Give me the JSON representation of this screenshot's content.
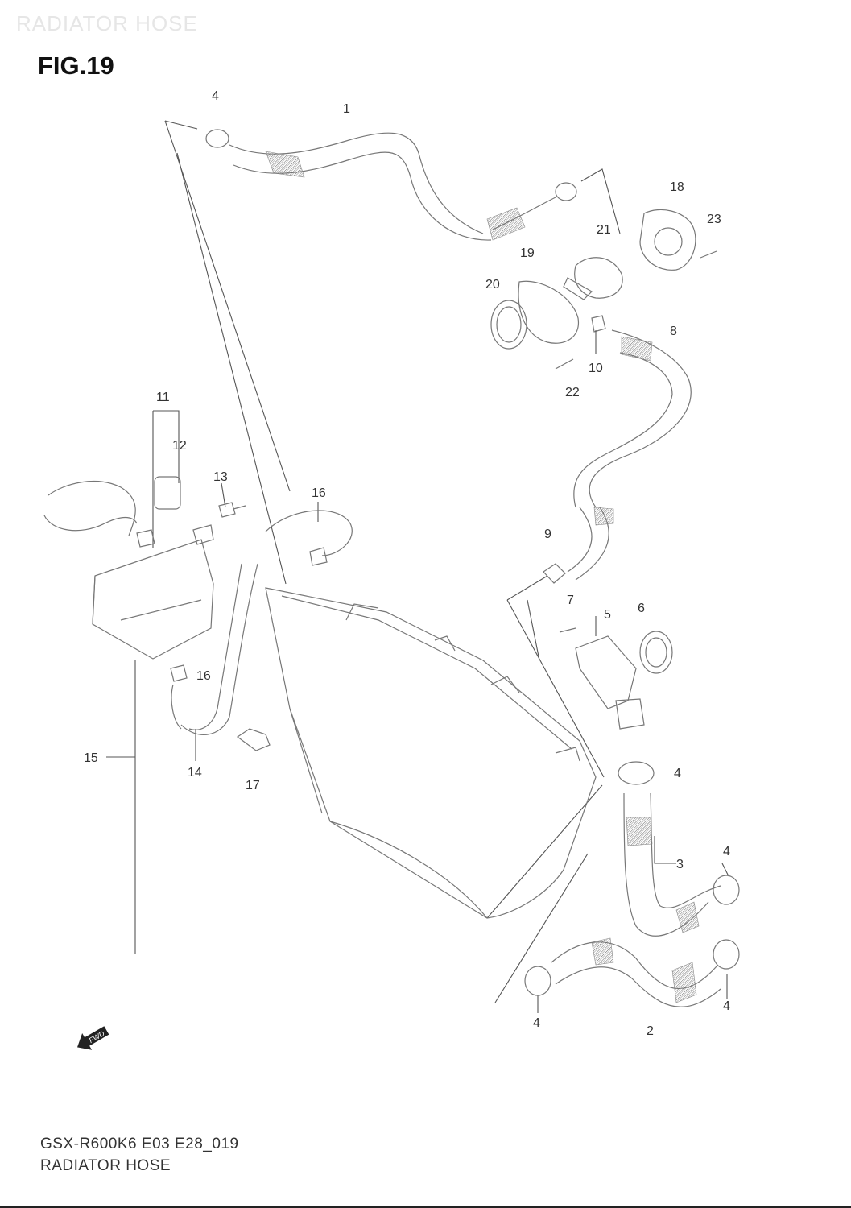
{
  "header": {
    "watermark": "RADIATOR HOSE",
    "figure_title": "FIG.19"
  },
  "callouts": [
    {
      "id": "c4a",
      "text": "4"
    },
    {
      "id": "c1",
      "text": "1"
    },
    {
      "id": "c18",
      "text": "18"
    },
    {
      "id": "c23",
      "text": "23"
    },
    {
      "id": "c21",
      "text": "21"
    },
    {
      "id": "c19",
      "text": "19"
    },
    {
      "id": "c20",
      "text": "20"
    },
    {
      "id": "c8",
      "text": "8"
    },
    {
      "id": "c10",
      "text": "10"
    },
    {
      "id": "c22",
      "text": "22"
    },
    {
      "id": "c11",
      "text": "11"
    },
    {
      "id": "c12",
      "text": "12"
    },
    {
      "id": "c13",
      "text": "13"
    },
    {
      "id": "c16a",
      "text": "16"
    },
    {
      "id": "c9",
      "text": "9"
    },
    {
      "id": "c7",
      "text": "7"
    },
    {
      "id": "c5",
      "text": "5"
    },
    {
      "id": "c6",
      "text": "6"
    },
    {
      "id": "c16b",
      "text": "16"
    },
    {
      "id": "c15",
      "text": "15"
    },
    {
      "id": "c14",
      "text": "14"
    },
    {
      "id": "c17",
      "text": "17"
    },
    {
      "id": "c4b",
      "text": "4"
    },
    {
      "id": "c4c",
      "text": "4"
    },
    {
      "id": "c3",
      "text": "3"
    },
    {
      "id": "c4d",
      "text": "4"
    },
    {
      "id": "c4e",
      "text": "4"
    },
    {
      "id": "c2",
      "text": "2"
    }
  ],
  "fwd_arrow": {
    "text": "FWD",
    "icon": "forward-arrow-icon"
  },
  "footer": {
    "code": "GSX-R600K6 E03 E28_019",
    "name": "RADIATOR HOSE"
  }
}
